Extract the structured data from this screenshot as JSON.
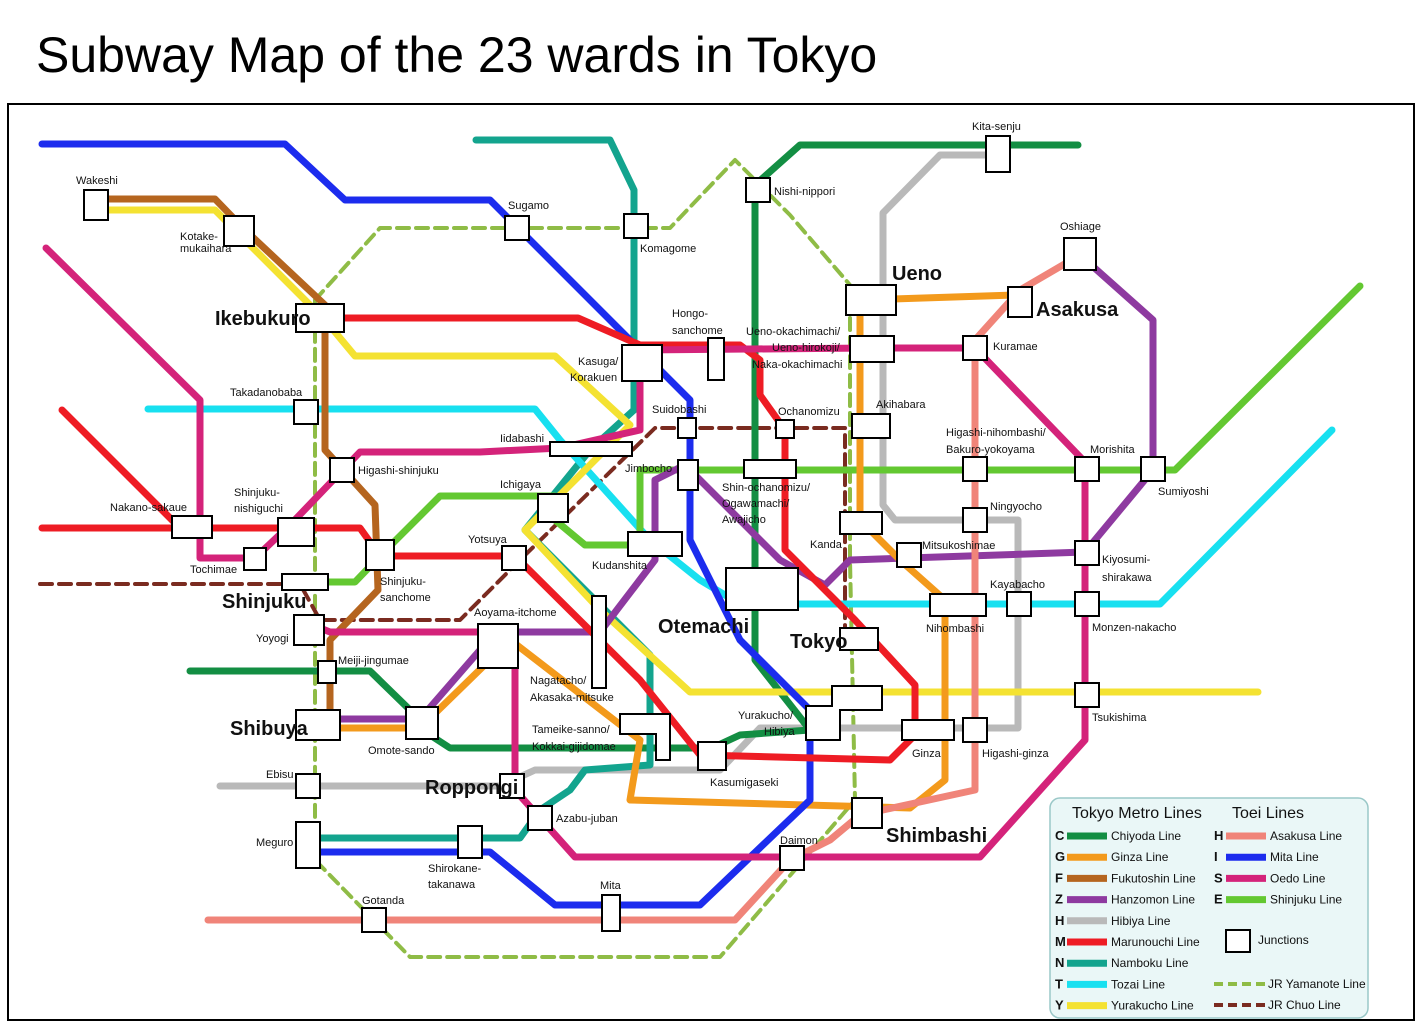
{
  "title": "Subway Map of the 23 wards in Tokyo",
  "colors": {
    "chiyoda": "#138e43",
    "ginza": "#f39a1c",
    "fukutoshin": "#b5651f",
    "hanzomon": "#8e3aa0",
    "hibiya": "#b9b9b9",
    "marunouchi": "#ee1c24",
    "namboku": "#13a48e",
    "tozai": "#18e0f0",
    "yurakucho": "#f4e232",
    "asakusa": "#f08479",
    "mita": "#1c2cee",
    "oedo": "#d4237a",
    "shinjuku": "#63c831",
    "yamanote": "#8fbc46",
    "chuo": "#7a2b20"
  },
  "stations": {
    "kitasenju": "Kita-senju",
    "wakeshi": "Wakeshi",
    "sugamo": "Sugamo",
    "nishinippori": "Nishi-nippori",
    "kotake1": "Kotake-",
    "kotake2": "mukaihara",
    "komagome": "Komagome",
    "oshiage": "Oshiage",
    "ueno": "Ueno",
    "asakusa": "Asakusa",
    "ikebukuro": "Ikebukuro",
    "hongo1": "Hongo-",
    "hongo2": "sanchome",
    "uenookachi1": "Ueno-okachimachi/",
    "uenookachi2": "Ueno-hirokoji/",
    "uenookachi3": "Naka-okachimachi",
    "kuramae": "Kuramae",
    "kasuga1": "Kasuga/",
    "kasuga2": "Korakuen",
    "takadanobaba": "Takadanobaba",
    "suidobashi": "Suidobashi",
    "ochanomizu": "Ochanomizu",
    "akihabara": "Akihabara",
    "higashinihombashi1": "Higashi-nihombashi/",
    "higashinihombashi2": "Bakuro-yokoyama",
    "iidabashi": "Iidabashi",
    "morishita": "Morishita",
    "higashishinjuku": "Higashi-shinjuku",
    "jimbocho": "Jimbocho",
    "ichigaya": "Ichigaya",
    "shinochanomizu1": "Shin-ochanomizu/",
    "shinochanomizu2": "Ogawamachi/",
    "shinochanomizu3": "Awajicho",
    "sumiyoshi": "Sumiyoshi",
    "shinjukunishiguchi1": "Shinjuku-",
    "shinjukunishiguchi2": "nishiguchi",
    "nakanosakaue": "Nakano-sakaue",
    "ningyocho": "Ningyocho",
    "kanda": "Kanda",
    "mitsukoshimae": "Mitsukoshimae",
    "yotsuya": "Yotsuya",
    "kiyosumi1": "Kiyosumi-",
    "kiyosumi2": "shirakawa",
    "tochimae": "Tochimae",
    "kudanshita": "Kudanshita",
    "shinjukusanchome1": "Shinjuku-",
    "shinjukusanchome2": "sanchome",
    "kayabacho": "Kayabacho",
    "shinjuku": "Shinjuku",
    "aoyamaitchome": "Aoyama-itchome",
    "otemachi": "Otemachi",
    "nihombashi": "Nihombashi",
    "monzennakacho": "Monzen-nakacho",
    "yoyogi": "Yoyogi",
    "tokyo": "Tokyo",
    "meijijingumae": "Meiji-jingumae",
    "nagatacho1": "Nagatacho/",
    "nagatacho2": "Akasaka-mitsuke",
    "tsukishima": "Tsukishima",
    "yurakucho1": "Yurakucho/",
    "yurakucho2": "Hibiya",
    "shibuya": "Shibuya",
    "tameike1": "Tameike-sanno/",
    "tameike2": "Kokkai-gijidomae",
    "omotesando": "Omote-sando",
    "ginza": "Ginza",
    "higashiginza": "Higashi-ginza",
    "ebisu": "Ebisu",
    "kasumigaseki": "Kasumigaseki",
    "roppongi": "Roppongi",
    "shimbashi": "Shimbashi",
    "azabujuban": "Azabu-juban",
    "meguro": "Meguro",
    "daimon": "Daimon",
    "shirokane1": "Shirokane-",
    "shirokane2": "takanawa",
    "mita": "Mita",
    "gotanda": "Gotanda"
  },
  "legend": {
    "metro_heading": "Tokyo Metro Lines",
    "toei_heading": "Toei Lines",
    "metro": [
      {
        "code": "C",
        "name": "Chiyoda Line"
      },
      {
        "code": "G",
        "name": "Ginza Line"
      },
      {
        "code": "F",
        "name": "Fukutoshin Line"
      },
      {
        "code": "Z",
        "name": "Hanzomon Line"
      },
      {
        "code": "H",
        "name": "Hibiya Line"
      },
      {
        "code": "M",
        "name": "Marunouchi Line"
      },
      {
        "code": "N",
        "name": "Namboku Line"
      },
      {
        "code": "T",
        "name": "Tozai Line"
      },
      {
        "code": "Y",
        "name": "Yurakucho Line"
      }
    ],
    "toei": [
      {
        "code": "H",
        "name": "Asakusa Line"
      },
      {
        "code": "I",
        "name": "Mita Line"
      },
      {
        "code": "S",
        "name": "Oedo Line"
      },
      {
        "code": "E",
        "name": "Shinjuku Line"
      }
    ],
    "junctions": "Junctions",
    "yamanote": "JR Yamanote Line",
    "chuo": "JR Chuo Line"
  }
}
